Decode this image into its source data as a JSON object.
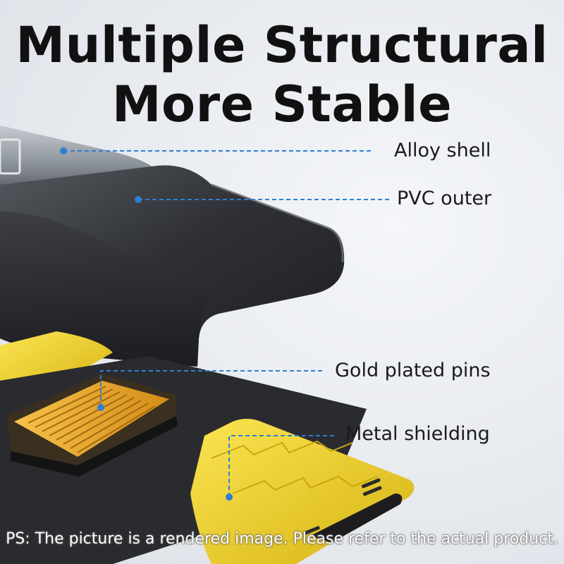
{
  "title": {
    "line1": "Multiple Structural",
    "line2": "More Stable"
  },
  "callouts": [
    {
      "label": "Alloy shell"
    },
    {
      "label": "PVC outer"
    },
    {
      "label": "Gold plated pins"
    },
    {
      "label": "Metal shielding"
    }
  ],
  "footnote": "PS: The picture is a rendered image. Please refer to the actual product.",
  "colors": {
    "callout_line": "#2d7fd3",
    "callout_dot": "#2d7fd3",
    "housing_dark": "#2b2d31",
    "alloy_shell": "#9aa0a8",
    "accent_yellow": "#f2d22a",
    "gold_pins": "#e8a52a"
  }
}
